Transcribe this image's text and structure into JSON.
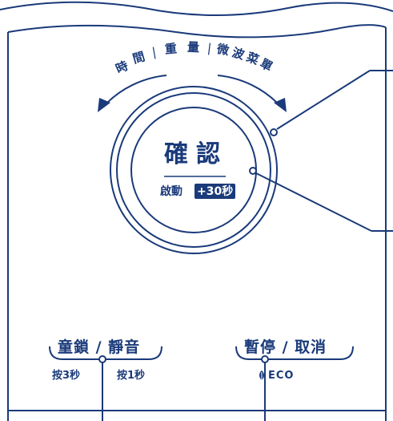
{
  "dial": {
    "arc_words": [
      "時",
      "間",
      "重",
      "量",
      "微",
      "波",
      "菜",
      "單"
    ],
    "arc_separator": "|",
    "confirm_label": "確認",
    "start_label": "啟動",
    "plus_30_label": "+30秒"
  },
  "buttons": {
    "lock_mute": {
      "label": "童鎖 / 靜音",
      "hint_left": "按3秒",
      "hint_right": "按1秒"
    },
    "pause_cancel": {
      "label": "暫停 / 取消",
      "eco_label": "ECO",
      "eco_icon": "leaf-icon"
    }
  },
  "colors": {
    "ink": "#1a3a7a",
    "background": "#ffffff"
  }
}
